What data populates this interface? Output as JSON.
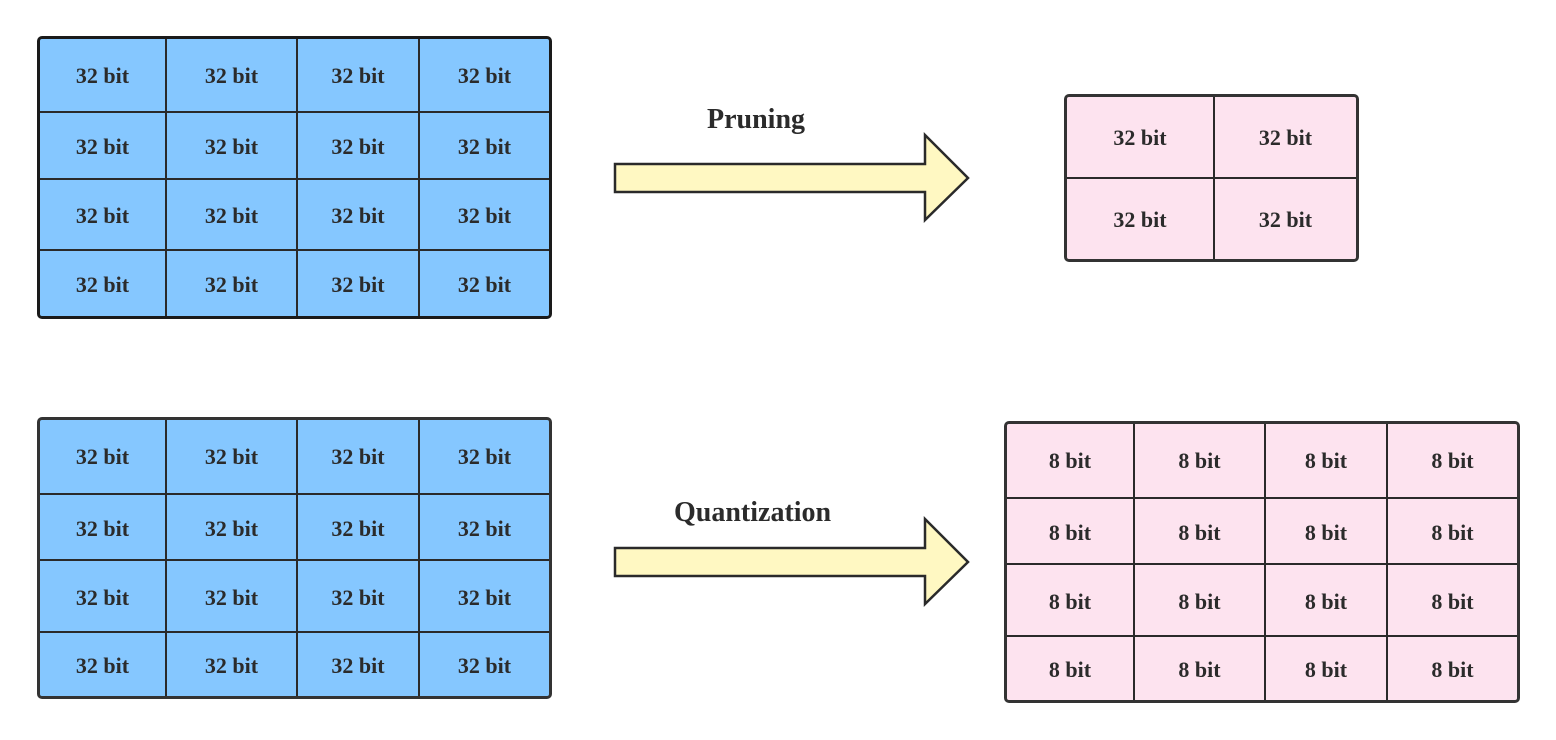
{
  "colors": {
    "source_fill": "#85c7ff",
    "target_fill": "#fde3ef",
    "arrow_fill": "#fff8c2",
    "stroke": "#2a2a2a"
  },
  "pruning": {
    "label": "Pruning",
    "source": [
      [
        "32 bit",
        "32 bit",
        "32 bit",
        "32 bit"
      ],
      [
        "32 bit",
        "32 bit",
        "32 bit",
        "32 bit"
      ],
      [
        "32 bit",
        "32 bit",
        "32 bit",
        "32 bit"
      ],
      [
        "32 bit",
        "32 bit",
        "32 bit",
        "32 bit"
      ]
    ],
    "target": [
      [
        "32 bit",
        "32 bit"
      ],
      [
        "32 bit",
        "32 bit"
      ]
    ]
  },
  "quantization": {
    "label": "Quantization",
    "source": [
      [
        "32 bit",
        "32 bit",
        "32 bit",
        "32 bit"
      ],
      [
        "32 bit",
        "32 bit",
        "32 bit",
        "32 bit"
      ],
      [
        "32 bit",
        "32 bit",
        "32 bit",
        "32 bit"
      ],
      [
        "32 bit",
        "32 bit",
        "32 bit",
        "32 bit"
      ]
    ],
    "target": [
      [
        "8 bit",
        "8 bit",
        "8 bit",
        "8 bit"
      ],
      [
        "8 bit",
        "8 bit",
        "8 bit",
        "8 bit"
      ],
      [
        "8 bit",
        "8 bit",
        "8 bit",
        "8 bit"
      ],
      [
        "8 bit",
        "8 bit",
        "8 bit",
        "8 bit"
      ]
    ]
  }
}
